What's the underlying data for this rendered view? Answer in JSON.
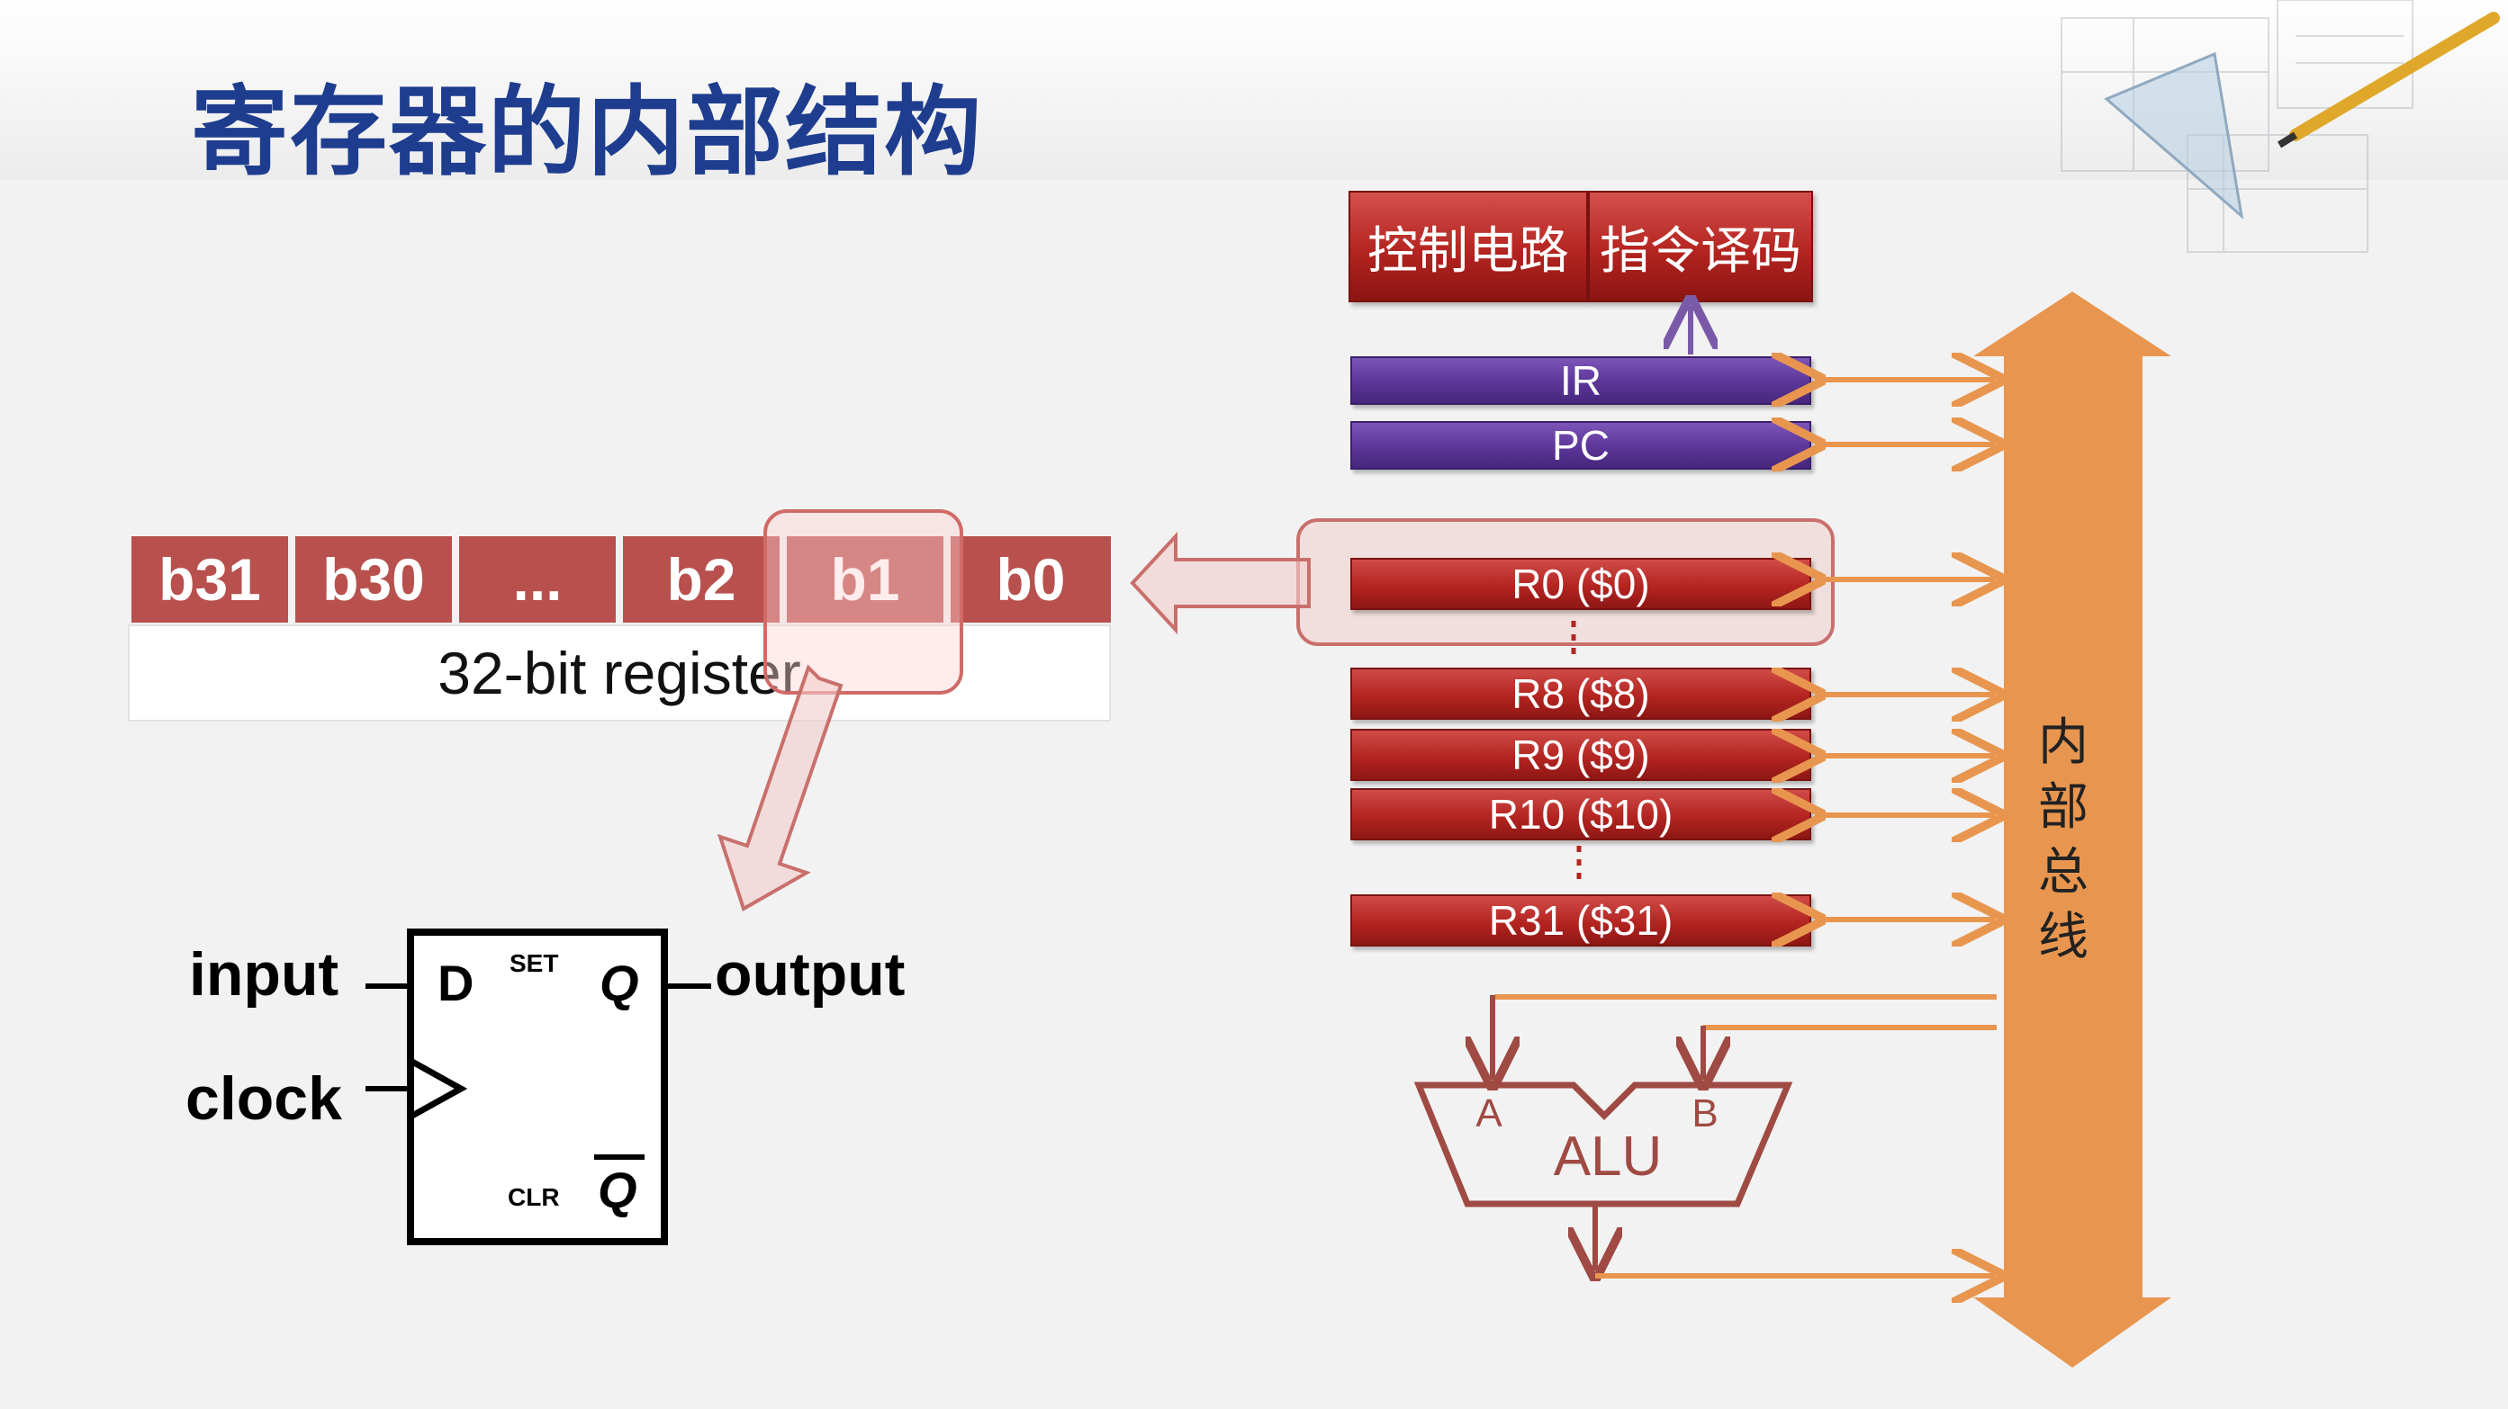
{
  "title": "寄存器的内部结构",
  "register": {
    "bits": [
      "b31",
      "b30",
      "...",
      "b2",
      "b1",
      "b0"
    ],
    "caption": "32-bit register"
  },
  "control": {
    "left_label": "控制电路",
    "right_label": "指令译码"
  },
  "special_registers": [
    "IR",
    "PC"
  ],
  "general_registers": {
    "r0": "R0 ($0)",
    "r8": "R8 ($8)",
    "r9": "R9 ($9)",
    "r10": "R10 ($10)",
    "r31": "R31 ($31)"
  },
  "bus": {
    "label": "内部总线"
  },
  "alu": {
    "label": "ALU",
    "input_a": "A",
    "input_b": "B"
  },
  "flipflop": {
    "input_label": "input",
    "clock_label": "clock",
    "output_label": "output",
    "d_label": "D",
    "set_label": "SET",
    "clr_label": "CLR",
    "q_label": "Q",
    "qbar_label": "Q"
  },
  "colors": {
    "title": "#1e3d8f",
    "register_cell": "#b8504e",
    "red_bar": "#b42420",
    "purple_bar": "#5c3598",
    "bus_orange": "#e8964f",
    "alu_outline": "#a04a44"
  }
}
